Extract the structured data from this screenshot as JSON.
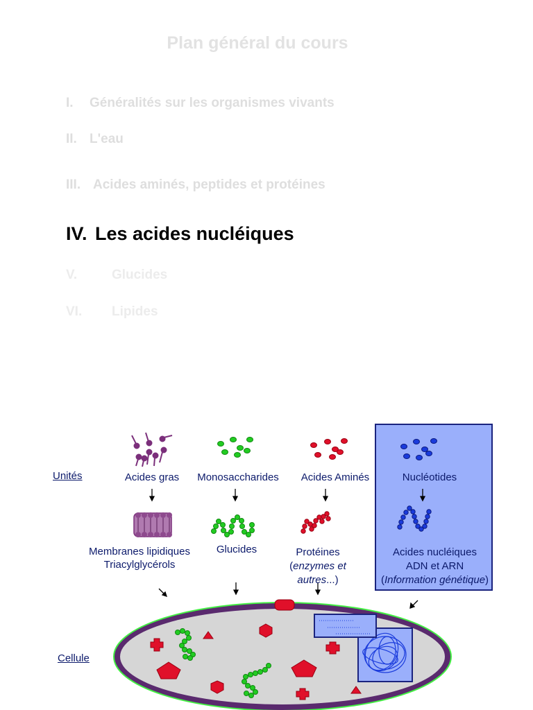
{
  "slide": {
    "title": "Plan général du cours",
    "outline": [
      {
        "num": "I.",
        "label": "Généralités sur les organismes vivants"
      },
      {
        "num": "II.",
        "label": "L'eau"
      },
      {
        "num": "III.",
        "label": "Acides aminés, peptides et protéines"
      },
      {
        "num": "IV.",
        "label": "Les acides nucléiques"
      },
      {
        "num": "V.",
        "label": "Glucides"
      },
      {
        "num": "VI.",
        "label": "Lipides"
      }
    ]
  },
  "diagram": {
    "row_label_units": "Unités",
    "row_label_cell": "Cellule",
    "columns": [
      {
        "unit": "Acides gras",
        "polymer_lines": [
          "Membranes lipidiques",
          "Triacylglycérols"
        ],
        "color": "#7b2f7b"
      },
      {
        "unit": "Monosaccharides",
        "polymer_lines": [
          "Glucides"
        ],
        "color": "#22cc22"
      },
      {
        "unit": "Acides Aminés",
        "polymer_lines": [
          "Protéines"
        ],
        "polymer_detail": [
          "(",
          "enzymes et",
          "autres",
          "...)"
        ],
        "color": "#e0102a"
      },
      {
        "unit": "Nucléotides",
        "polymer_lines": [
          "Acides nucléiques",
          "ADN et ARN"
        ],
        "polymer_detail": [
          "(",
          "Information génétique",
          ")"
        ],
        "color": "#1a3bdc"
      }
    ],
    "highlight_color": "#9aaffb",
    "cell_border_color": "#5a2a6e",
    "cell_fill": "#d6d6d6"
  }
}
